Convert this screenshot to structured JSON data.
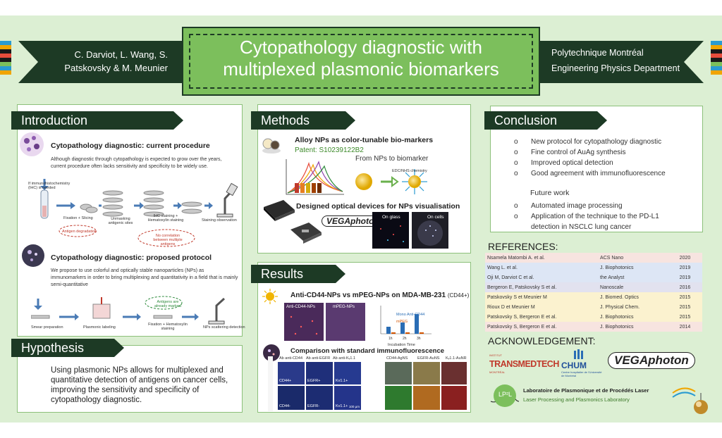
{
  "header": {
    "title_line1": "Cytopathology diagnostic with",
    "title_line2": "multiplexed plasmonic biomarkers",
    "authors_line1": "C. Darviot, L. Wang, S.",
    "authors_line2": "Patskovsky & M. Meunier",
    "affil_line1": "Polytechnique Montréal",
    "affil_line2": "Engineering Physics Department"
  },
  "intro": {
    "heading": "Introduction",
    "sub1": "Cytopathology diagnostic: current procedure",
    "para1": "Although diagnostic through cytopathology is expected to grow over the years, current procedure often lacks sensitivity and specificity to be widely use.",
    "ihc_note": "If immunohistochemistry (IHC) is needed",
    "fixation": "Fixation + Slicing",
    "unmasking": "Unmasking antigenic sites",
    "ihc_stain": "IHC staining + Hematoxylin staining",
    "staining_obs": "Staining observation",
    "antigen_deg": "Antigen degradation",
    "no_corr": "No correlation between multiple antigens",
    "sub2": "Cytopathology diagnostic: proposed protocol",
    "para2": "We propose to use colorful and optically stable nanoparticles (NPs) as immunomarkers in order to bring multiplexing and quantitativity in a field that is mainly semi-quantitative",
    "smear": "Smear preparation",
    "plasmonic_label": "Plasmonic labeling",
    "fix_hema": "Fixation + Hematoxylin staining",
    "nps_scatter": "NPs scattering detection",
    "already_marked": "Antigens are already marked"
  },
  "hypothesis": {
    "heading": "Hypothesis",
    "text": "Using plasmonic NPs allows for multiplexed and quantitative detection of antigens on cancer cells, improving the sensitivity and specificity of cytopathology diagnostic."
  },
  "methods": {
    "heading": "Methods",
    "sub1": "Alloy NPs as color-tunable bio-markers",
    "patent": "Patent: S10239122B2",
    "from_nps": "From NPs to biomarker",
    "edc": "EDC/NHS chemistry",
    "sub2": "Designed optical devices for NPs visualisation",
    "vega": "VEGAphoton",
    "on_glass": "On glass",
    "on_cells": "On cells"
  },
  "results": {
    "heading": "Results",
    "sub1": "Anti-CD44-NPs vs mPEG-NPs on MDA-MB-231",
    "sub1_tag": "(CD44+)",
    "img_a": "Anti-CD44-NPs",
    "img_b": "mPEG-NPs",
    "legend1": "Mono Anti-CD44",
    "legend2": "mPEG",
    "x_title": "Incubation Time",
    "chart_ticks": [
      "1h",
      "2h",
      "3h"
    ],
    "sub2": "Comparison with standard immunofluorescence",
    "col_heads": [
      "Ab anti-CD44",
      "Ab anti-EGFR",
      "Ab anti-Kᵥ1.1",
      "CD44-AgNS",
      "EGFR-AuNS",
      "Kᵥ1.1-AuNR"
    ],
    "cell_labels": [
      "CD44+",
      "EGFR+",
      "Kv1.1+",
      "CD44-",
      "EGFR-",
      "Kv1.1+"
    ],
    "scale": "100 µm"
  },
  "conclusion": {
    "heading": "Conclusion",
    "items": [
      "New protocol for cytopathology diagnostic",
      "Fine control of AuAg synthesis",
      "Improved optical detection",
      "Good agreement with immunofluorescence"
    ],
    "future_title": "Future work",
    "future": [
      "Automated image processing",
      "Application of the technique to the PD-L1 detection in NSCLC lung cancer"
    ]
  },
  "references": {
    "heading": "REFERENCES:",
    "rows": [
      {
        "author": "Nsamela Matombi A. et al.",
        "journal": "ACS Nano",
        "year": "2020",
        "color": "#f7e4e0"
      },
      {
        "author": "Wang L. et al.",
        "journal": "J. Biophotonics",
        "year": "2019",
        "color": "#dde6f5"
      },
      {
        "author": "Oji M, Darviot C et al.",
        "journal": "the Analyst",
        "year": "2019",
        "color": "#dde6f5"
      },
      {
        "author": "Bergeron E, Patskovsky S et al.",
        "journal": "Nanoscale",
        "year": "2016",
        "color": "#e2e2ef"
      },
      {
        "author": "Patskovsky S et Meunier M",
        "journal": "J. Biomed. Optics",
        "year": "2015",
        "color": "#fbf2cf"
      },
      {
        "author": "Rioux D et Meunier M",
        "journal": "J. Physical Chem.",
        "year": "2015",
        "color": "#fbf2cf"
      },
      {
        "author": "Patskovsky S, Bergeron E et al.",
        "journal": "J. Biophotonics",
        "year": "2015",
        "color": "#fbf2cf"
      },
      {
        "author": "Patskovsky S, Bergeron E et al.",
        "journal": "J. Biophotonics",
        "year": "2014",
        "color": "#f7e4e0"
      }
    ]
  },
  "acknowledgement": {
    "heading": "ACKNOWLEDGEMENT:",
    "transmed": "TRANSMEDTECH",
    "transmed_small": "INSTITUT",
    "transmed_city": "MONTRÉAL",
    "chum": "CHUM",
    "chum_sub": "Centre hospitalier de l'Université de Montréal",
    "vega": "VEGAphoton",
    "lp2l": "LP²L",
    "lab_fr": "Laboratoire de Plasmonique et de Procédés Laser",
    "lab_en": "Laser Processing and Plasmonics Laboratory"
  },
  "colors": {
    "dark_green": "#1d3a25",
    "light_green": "#7cbf5c",
    "background": "#dcefd3"
  }
}
